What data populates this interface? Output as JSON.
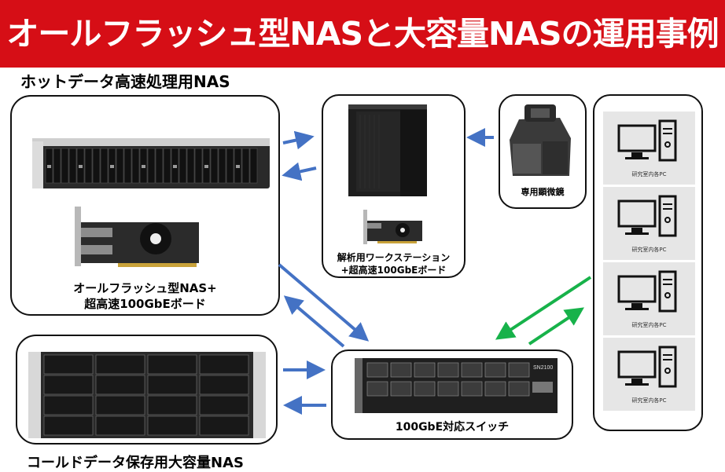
{
  "title": "オールフラッシュ型NASと大容量NASの運用事例",
  "hot_section_label": "ホットデータ高速処理用NAS",
  "cold_section_label": "コールドデータ保存用大容量NAS",
  "hot_nas": {
    "caption_line1": "オールフラッシュ型NAS+",
    "caption_line2": "超高速100GbEボード"
  },
  "workstation": {
    "caption_line1": "解析用ワークステーション",
    "caption_line2": "+超高速100GbEボード"
  },
  "microscope": {
    "caption": "専用顕微鏡"
  },
  "switch": {
    "caption": "100GbE対応スイッチ",
    "model_label": "SN2100"
  },
  "lab_pcs": [
    {
      "label": "研究室内各PC"
    },
    {
      "label": "研究室内各PC"
    },
    {
      "label": "研究室内各PC"
    },
    {
      "label": "研究室内各PC"
    }
  ],
  "colors": {
    "banner": "#d60e16",
    "arrow_blue": "#4472c4",
    "arrow_green": "#17b24a"
  }
}
